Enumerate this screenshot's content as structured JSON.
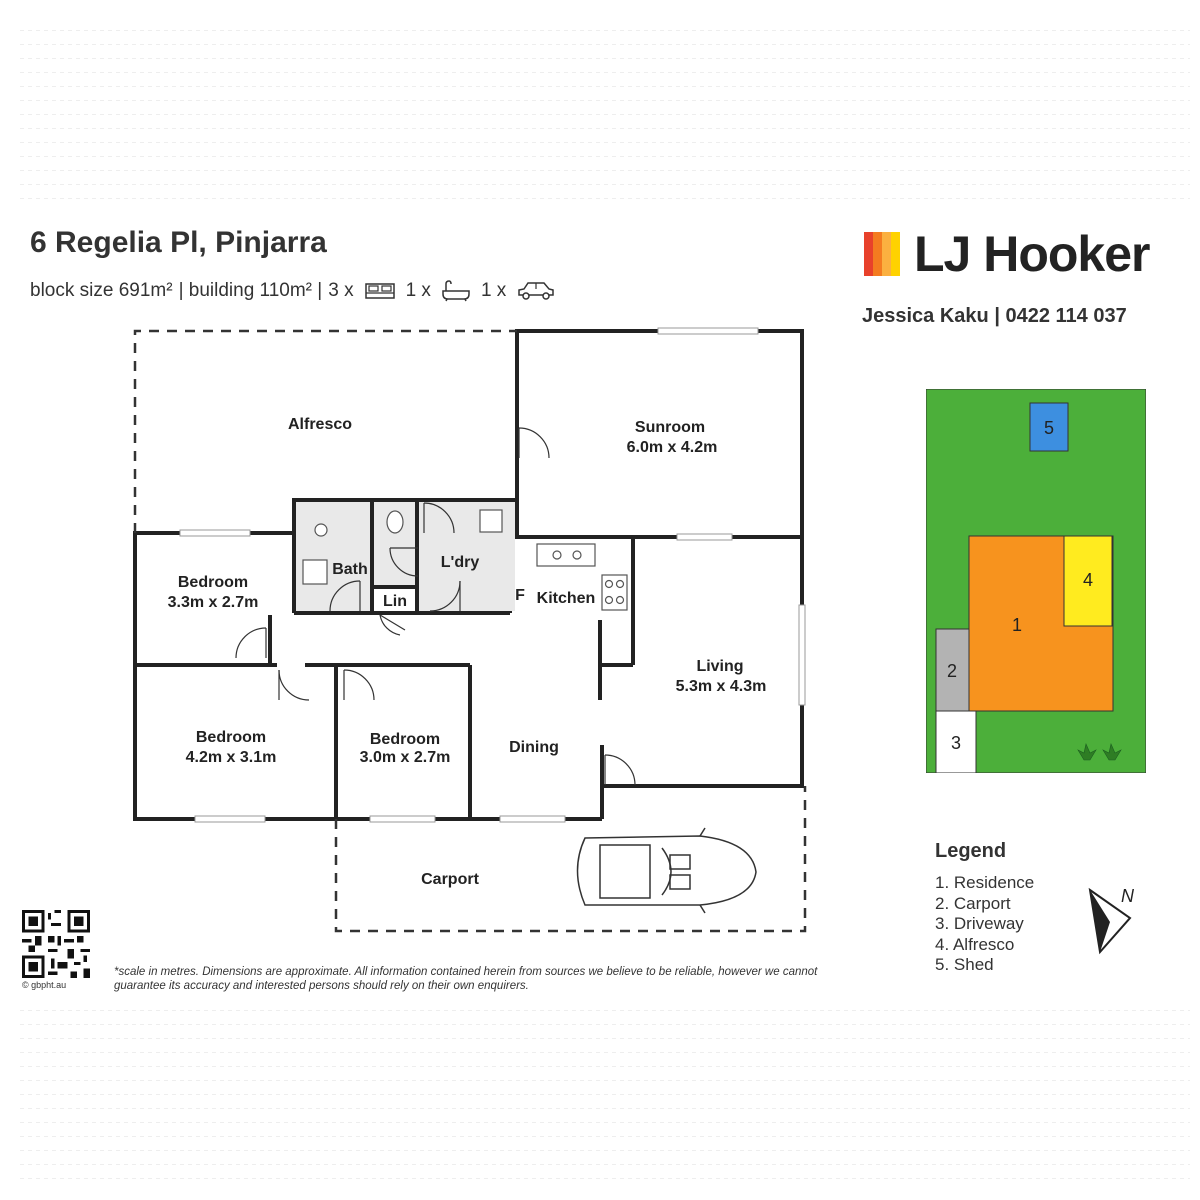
{
  "header": {
    "address": "6 Regelia Pl, Pinjarra",
    "block_size": "block size 691m²",
    "building": "| building 110m² |",
    "beds": "3 x",
    "baths": "1 x",
    "cars": "1 x"
  },
  "brand": {
    "name": "LJ Hooker",
    "stripe_colors": [
      "#e8412b",
      "#f47b20",
      "#fbb040",
      "#ffd200"
    ],
    "agent": "Jessica Kaku | 0422 114 037"
  },
  "rooms": {
    "alfresco": "Alfresco",
    "sunroom": "Sunroom",
    "sunroom_dim": "6.0m x 4.2m",
    "bedroom1": "Bedroom",
    "bedroom1_dim": "3.3m x 2.7m",
    "bath": "Bath",
    "lin": "Lin",
    "laundry": "L'dry",
    "fridge": "F",
    "kitchen": "Kitchen",
    "living": "Living",
    "living_dim": "5.3m x 4.3m",
    "bedroom2": "Bedroom",
    "bedroom2_dim": "4.2m x 3.1m",
    "bedroom3": "Bedroom",
    "bedroom3_dim": "3.0m x 2.7m",
    "dining": "Dining",
    "carport": "Carport"
  },
  "site_plan": {
    "colors": {
      "lawn": "#4caf3a",
      "residence": "#f7931e",
      "alfresco": "#ffeb1f",
      "shed": "#3d8fe0",
      "carport": "#b3b3b3",
      "driveway": "#ffffff"
    },
    "labels": [
      "1",
      "2",
      "3",
      "4",
      "5"
    ]
  },
  "legend": {
    "title": "Legend",
    "items": [
      "1. Residence",
      "2. Carport",
      "3. Driveway",
      "4. Alfresco",
      "5. Shed"
    ],
    "north": "N"
  },
  "footer": {
    "disclaimer": "*scale in metres. Dimensions are approximate. All information contained herein from sources we believe to be reliable, however we cannot guarantee its accuracy and interested persons should rely on their own enquirers.",
    "qr_label": "© gbpht.au"
  }
}
